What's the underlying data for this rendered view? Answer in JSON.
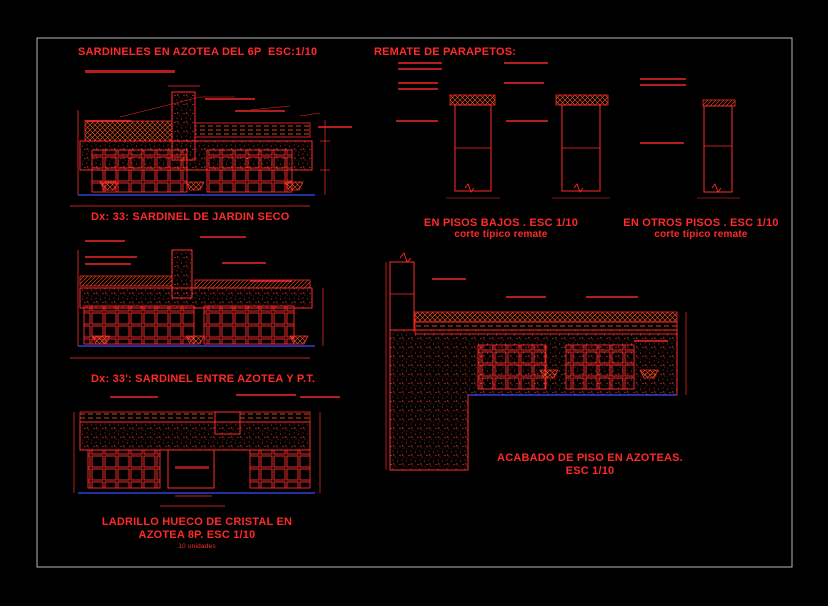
{
  "colors": {
    "background": "#000000",
    "primary": "#ff2a2a",
    "hatch": "#ff5a1e",
    "blue_line": "#3a4dff",
    "frame": "#b8b8b8"
  },
  "titles": {
    "sardineles": "SARDINELES EN AZOTEA DEL 6P",
    "sardineles_scale": "ESC:1/10",
    "remate": "REMATE DE PARAPETOS:",
    "jardin": "Dx: 33: SARDINEL DE JARDIN SECO",
    "entre": "Dx: 33': SARDINEL ENTRE AZOTEA Y P.T.",
    "ladrillo_1": "LADRILLO HUECO DE CRISTAL EN",
    "ladrillo_2": "AZOTEA 8P. ESC 1/10",
    "ladrillo_note": "10 unidades",
    "bajos_1": "EN PISOS BAJOS . ESC 1/10",
    "bajos_2": "corte típico remate",
    "otros_1": "EN OTROS PISOS . ESC 1/10",
    "otros_2": "corte típico remate",
    "acabado_1": "ACABADO DE PISO EN AZOTEAS.",
    "acabado_2": "ESC 1/10"
  }
}
